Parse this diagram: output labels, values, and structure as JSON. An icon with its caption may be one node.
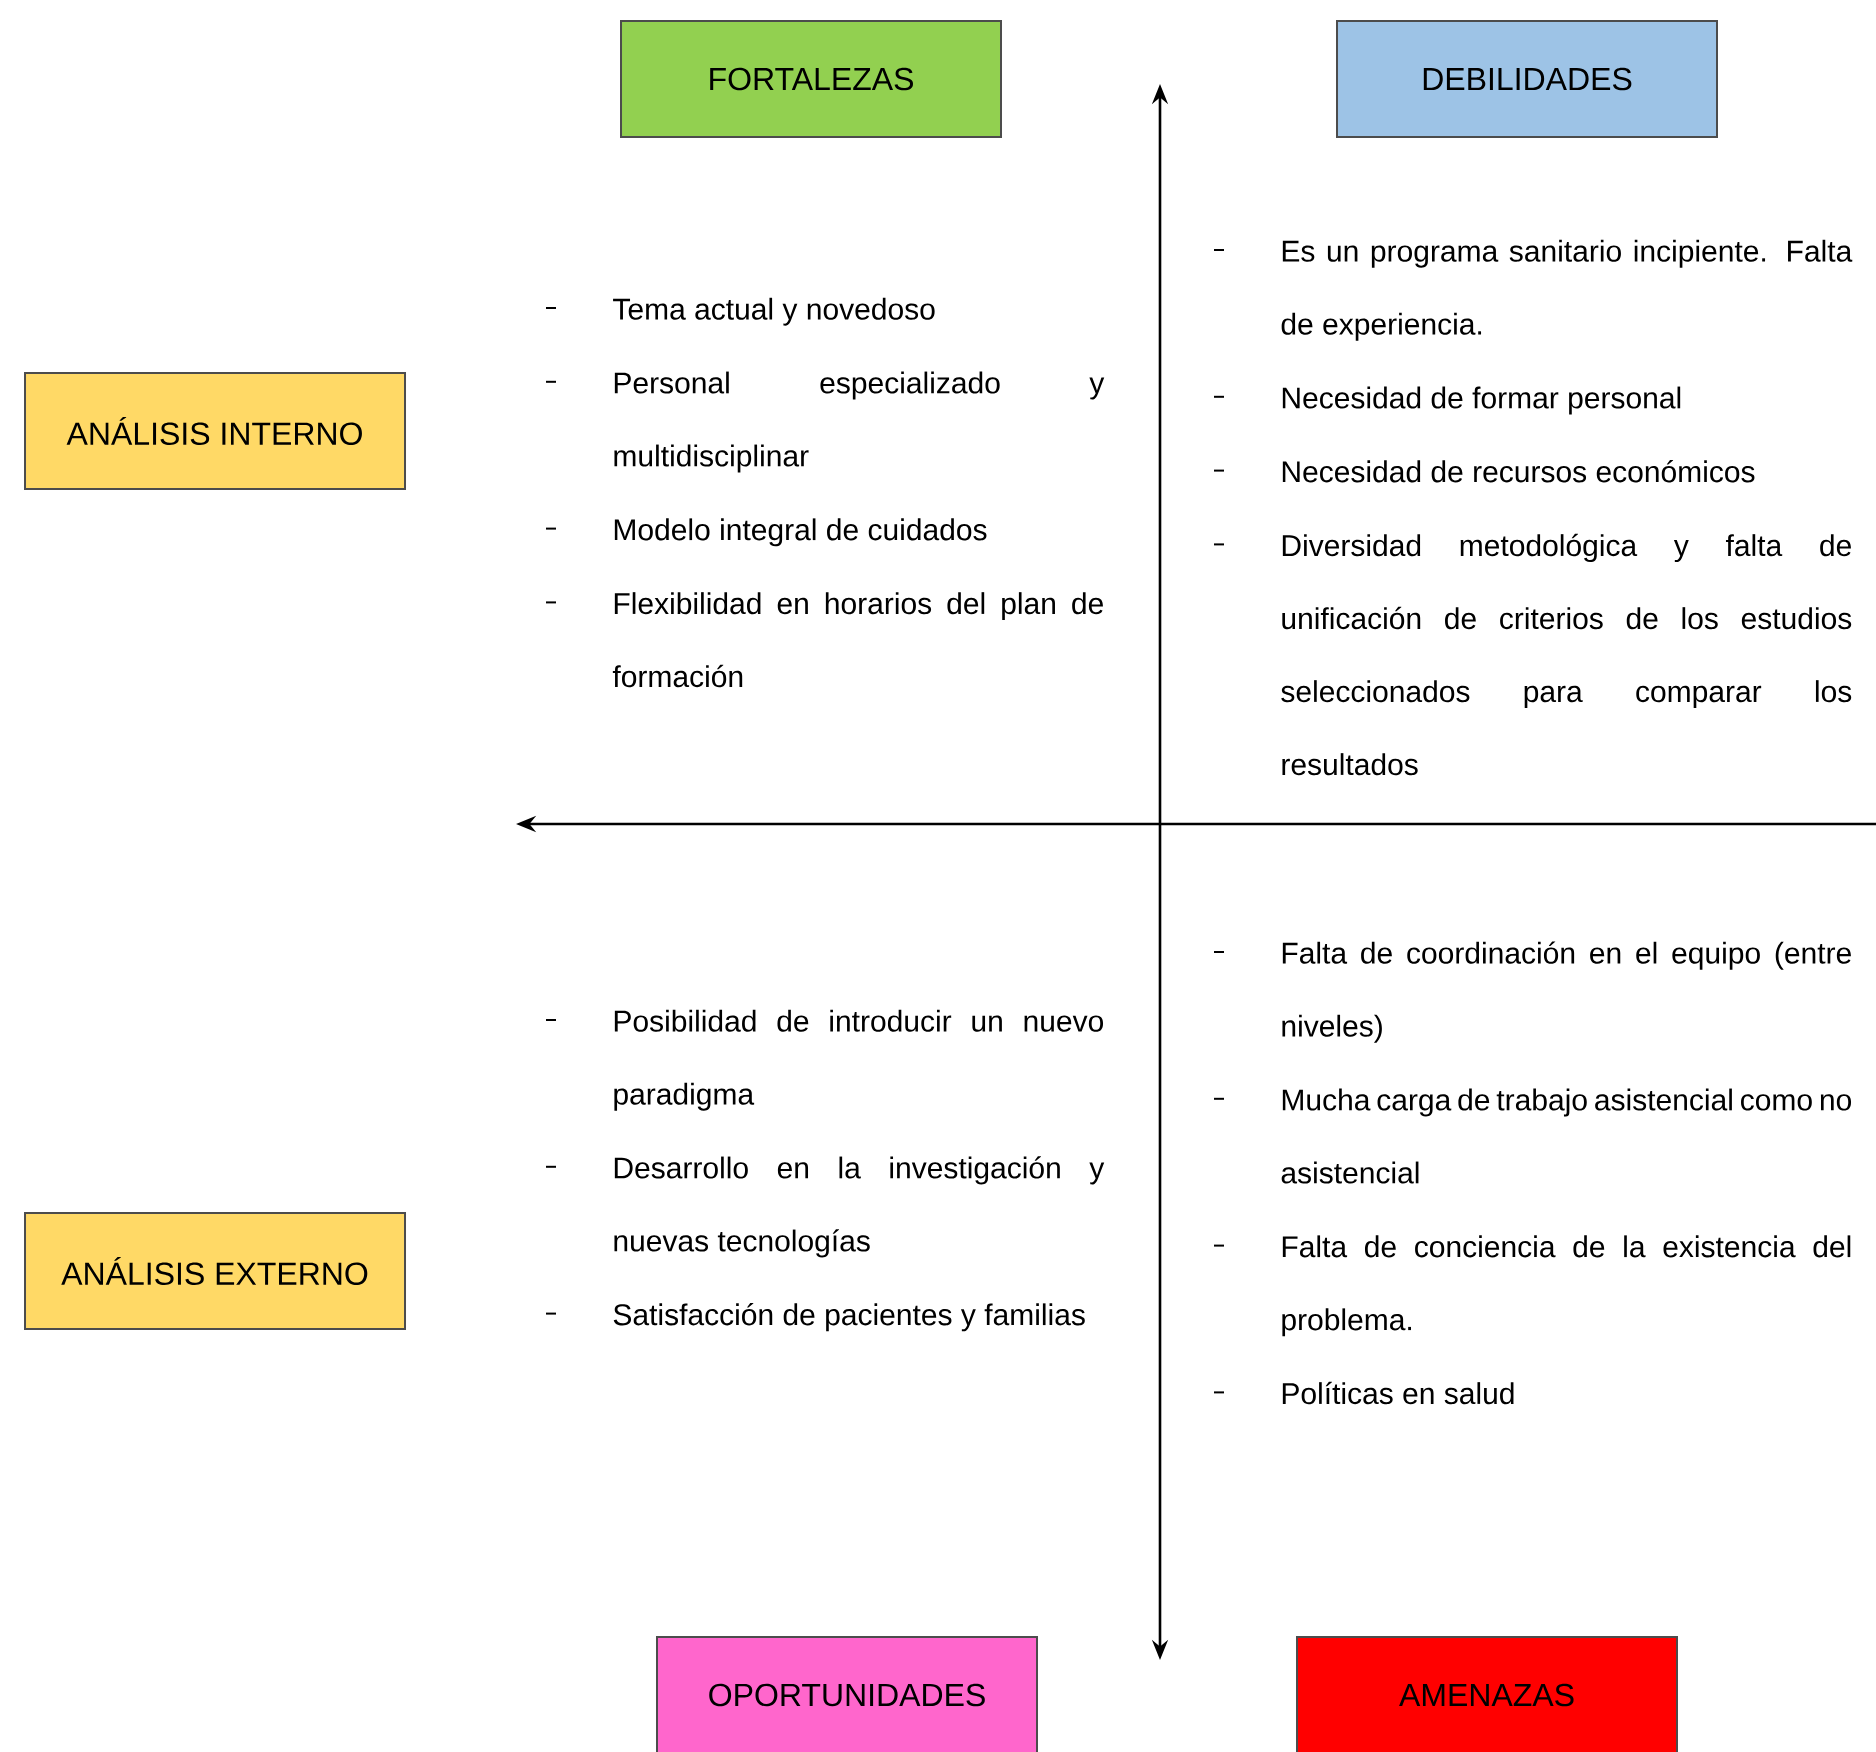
{
  "diagram": {
    "nodes": [
      {
        "text": [
          "FORTALEZAS"
        ]
      },
      {
        "text": [
          "DEBILIDADES"
        ]
      },
      {
        "text": [
          "ANÁLISIS INTERNO"
        ]
      },
      {
        "text": [
          "ANÁLISIS EXTERNO"
        ]
      },
      {
        "text": [
          "OPORTUNIDADES"
        ]
      },
      {
        "text": [
          "AMENAZAS"
        ]
      }
    ],
    "labels": [
      "Tema actual y novedoso",
      "Personal especializado y multidisciplinar",
      "Modelo integral de cuidados",
      "Flexibilidad en horarios del plan de formación",
      "Es un programa sanitario incipiente. Falta de experiencia.",
      "Necesidad de formar personal",
      "Necesidad de recursos económicos",
      "Diversidad metodológica y falta de unificación de criterios de los estudios seleccionados para comparar los resultados",
      "Posibilidad de introducir un nuevo paradigma",
      "Desarrollo en la investigación y nuevas tecnologías",
      "Satisfacción de pacientes y familias",
      "Falta de coordinación en el equipo (entre niveles)",
      "Mucha carga de trabajo asistencial como no asistencial",
      "Falta de conciencia de la existencia del problema.",
      "Políticas en salud"
    ]
  }
}
